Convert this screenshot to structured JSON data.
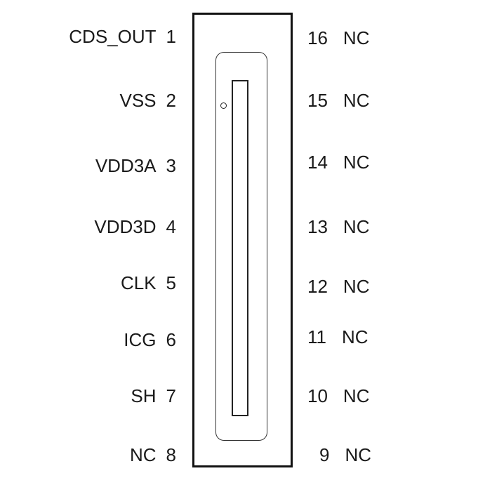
{
  "diagram": {
    "left_pins": [
      {
        "number": "1",
        "name": "CDS_OUT"
      },
      {
        "number": "2",
        "name": "VSS"
      },
      {
        "number": "3",
        "name": "VDD3A"
      },
      {
        "number": "4",
        "name": "VDD3D"
      },
      {
        "number": "5",
        "name": "CLK"
      },
      {
        "number": "6",
        "name": "ICG"
      },
      {
        "number": "7",
        "name": "SH"
      },
      {
        "number": "8",
        "name": "NC"
      }
    ],
    "right_pins": [
      {
        "number": "16",
        "name": "NC"
      },
      {
        "number": "15",
        "name": "NC"
      },
      {
        "number": "14",
        "name": "NC"
      },
      {
        "number": "13",
        "name": "NC"
      },
      {
        "number": "12",
        "name": "NC"
      },
      {
        "number": "11",
        "name": "NC"
      },
      {
        "number": "10",
        "name": "NC"
      },
      {
        "number": "9",
        "name": "NC"
      }
    ]
  }
}
